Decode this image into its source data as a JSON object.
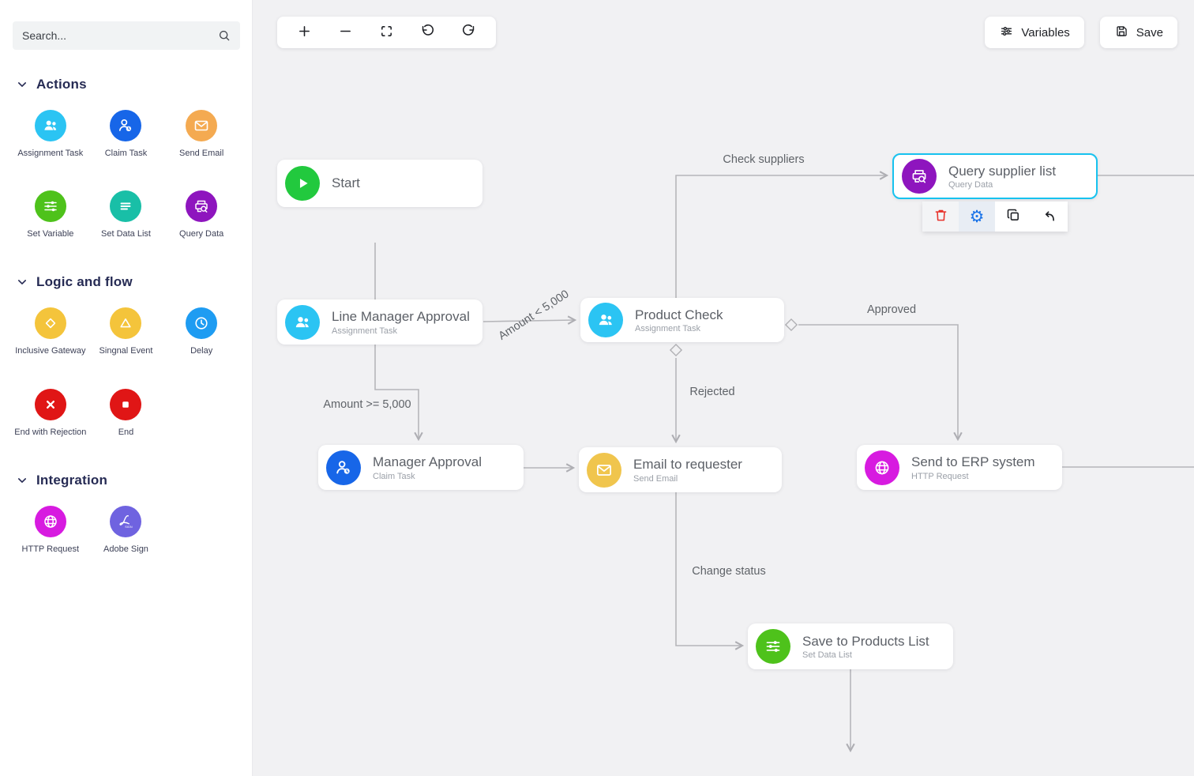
{
  "sidebar": {
    "search": {
      "placeholder": "Search...",
      "icon": "search-icon"
    },
    "sections": [
      {
        "title": "Actions",
        "items": [
          {
            "label": "Assignment Task",
            "icon": "people-icon",
            "color": "#2BC4F3"
          },
          {
            "label": "Claim Task",
            "icon": "person-clock-icon",
            "color": "#1766E8"
          },
          {
            "label": "Send Email",
            "icon": "envelope-icon",
            "color": "#F4AA51"
          },
          {
            "label": "Set Variable",
            "icon": "sliders-icon",
            "color": "#4EC21B"
          },
          {
            "label": "Set Data List",
            "icon": "list-lines-icon",
            "color": "#19BFA7"
          },
          {
            "label": "Query Data",
            "icon": "printer-search-icon",
            "color": "#8E15BE"
          }
        ]
      },
      {
        "title": "Logic and flow",
        "items": [
          {
            "label": "Inclusive Gateway",
            "icon": "diamond-icon",
            "color": "#F4C43B"
          },
          {
            "label": "Singnal Event",
            "icon": "triangle-icon",
            "color": "#F4C43B"
          },
          {
            "label": "Delay",
            "icon": "clock-icon",
            "color": "#1E9CF2"
          },
          {
            "label": "End with Rejection",
            "icon": "cross-icon",
            "color": "#E01616"
          },
          {
            "label": "End",
            "icon": "stop-square-icon",
            "color": "#E01616"
          }
        ]
      },
      {
        "title": "Integration",
        "items": [
          {
            "label": "HTTP Request",
            "icon": "globe-icon",
            "color": "#D71BE0"
          },
          {
            "label": "Adobe Sign",
            "icon": "adobe-sign-icon",
            "color": "#6F63E0"
          }
        ]
      }
    ]
  },
  "canvas_toolbar": {
    "icons": [
      "zoom-in",
      "zoom-out",
      "fit-view",
      "undo",
      "redo"
    ]
  },
  "header": {
    "variables_label": "Variables",
    "save_label": "Save"
  },
  "nodes": {
    "start": {
      "title": "Start",
      "subtitle": "",
      "icon": "play-icon",
      "color": "#22C93E"
    },
    "line_manager_approval": {
      "title": "Line Manager Approval",
      "subtitle": "Assignment Task",
      "icon": "people-icon",
      "color": "#2BC4F3"
    },
    "product_check": {
      "title": "Product Check",
      "subtitle": "Assignment Task",
      "icon": "people-icon",
      "color": "#2BC4F3"
    },
    "query_supplier_list": {
      "title": "Query supplier list",
      "subtitle": "Query Data",
      "icon": "printer-search-icon",
      "color": "#8E15BE",
      "selected": true
    },
    "manager_approval": {
      "title": "Manager Approval",
      "subtitle": "Claim Task",
      "icon": "person-clock-icon",
      "color": "#1766E8"
    },
    "email_to_requester": {
      "title": "Email to requester",
      "subtitle": "Send Email",
      "icon": "envelope-icon",
      "color": "#F0C54D"
    },
    "send_to_erp": {
      "title": "Send to ERP system",
      "subtitle": "HTTP Request",
      "icon": "globe-icon",
      "color": "#D71BE0"
    },
    "save_to_products": {
      "title": "Save to Products List",
      "subtitle": "Set Data List",
      "icon": "sliders-icon",
      "color": "#4EC21B"
    }
  },
  "edge_labels": {
    "check_suppliers": "Check suppliers",
    "amount_lt": "Amount < 5,000",
    "amount_gte": "Amount >= 5,000",
    "approved": "Approved",
    "rejected": "Rejected",
    "change_status": "Change status"
  },
  "node_toolbar": {
    "icons": [
      "trash-icon",
      "gear-icon",
      "copy-icon",
      "branch-icon"
    ]
  },
  "colors": {
    "selection": "#17C2EF",
    "edge": "#B6B6BA",
    "canvas_bg": "#F1F1F3",
    "gear_active": "#1A73E8",
    "trash_red": "#E8322B"
  }
}
